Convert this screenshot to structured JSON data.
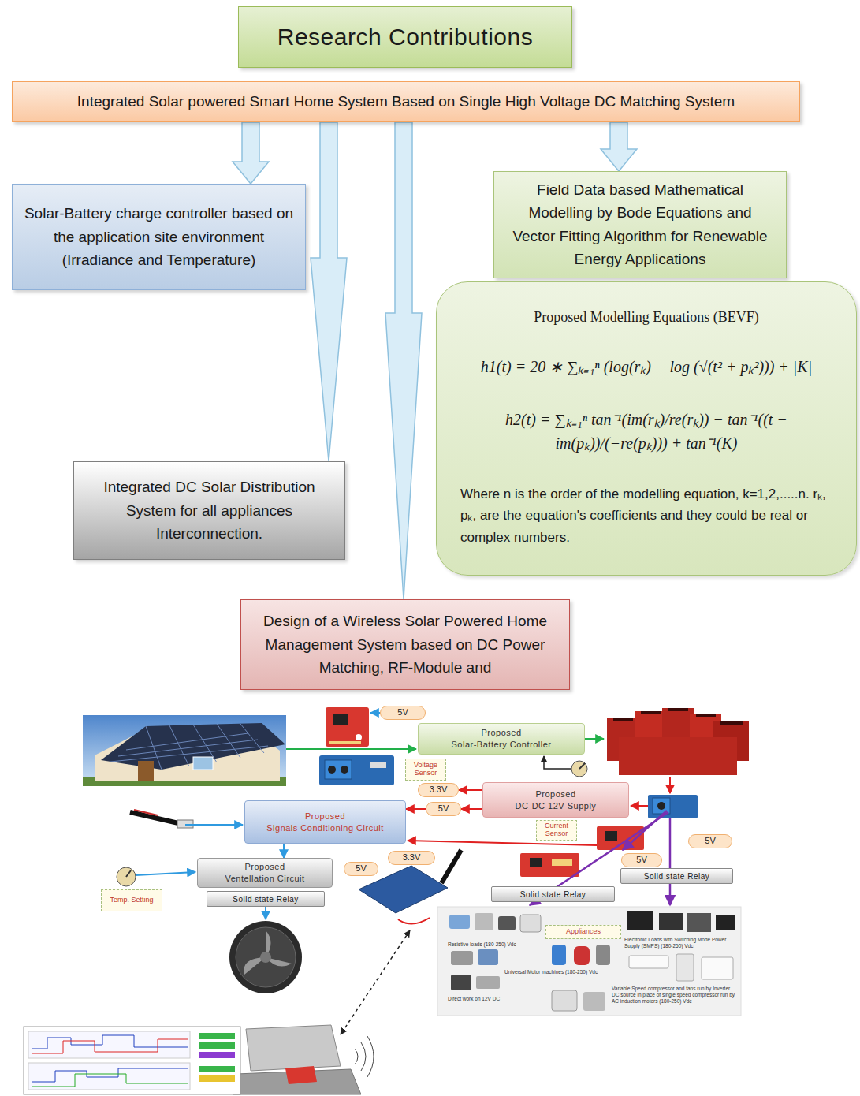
{
  "diagram": {
    "nodes": [
      {
        "text": [
          "Research Contributions"
        ]
      },
      {
        "text": [
          "Integrated Solar powered Smart Home System Based on Single High Voltage DC Matching System"
        ]
      },
      {
        "text": [
          "Solar-Battery charge controller based on the application site environment (Irradiance and Temperature)"
        ]
      },
      {
        "text": [
          "Field Data based Mathematical Modelling by Bode Equations and Vector Fitting Algorithm for Renewable Energy Applications"
        ]
      },
      {
        "text": [
          "Proposed Modelling Equations (BEVF)",
          "h1(t) = 20 ∗ ∑ₖ₌₁ⁿ (log(rₖ) − log (√(t² + pₖ²))) + |K|",
          "h2(t) = ∑ₖ₌₁ⁿ tan⁻¹(im(rₖ)/re(rₖ)) − tan⁻¹((t − im(pₖ))/(−re(pₖ))) + tan⁻¹(K)",
          "Where n is the order of the modelling equation, k=1,2,.....n. rₖ, pₖ, are the equation's coefficients and they could be real or complex numbers."
        ]
      },
      {
        "text": [
          "Integrated DC Solar Distribution System for all appliances Interconnection."
        ]
      },
      {
        "text": [
          "Design of a Wireless Solar Powered Home Management System based on DC Power Matching, RF-Module and"
        ]
      },
      {
        "text": [
          "Proposed",
          "Solar-Battery Controller"
        ]
      },
      {
        "text": [
          "Proposed",
          "DC-DC 12V Supply"
        ]
      },
      {
        "text": [
          "Proposed",
          "Signals Conditioning Circuit"
        ]
      },
      {
        "text": [
          "Proposed",
          "Ventellation Circuit"
        ]
      },
      {
        "text": [
          "Solid state Relay"
        ]
      },
      {
        "text": [
          "Solid state Relay"
        ]
      },
      {
        "text": [
          "Solid state Relay"
        ]
      },
      {
        "text": [
          "5V"
        ]
      },
      {
        "text": [
          "Voltage Sensor"
        ]
      },
      {
        "text": [
          "3.3V"
        ]
      },
      {
        "text": [
          "5V"
        ]
      },
      {
        "text": [
          "Current Sensor"
        ]
      },
      {
        "text": [
          "5V"
        ]
      },
      {
        "text": [
          "3.3V"
        ]
      },
      {
        "text": [
          "5V"
        ]
      },
      {
        "text": [
          "5V"
        ]
      },
      {
        "text": [
          "Temp. Setting"
        ]
      },
      {
        "text": [
          "Appliances"
        ]
      }
    ],
    "edges": [
      {
        "from": 1,
        "to": 2,
        "arrow": "to"
      },
      {
        "from": 1,
        "to": 5,
        "arrow": "to"
      },
      {
        "from": 1,
        "to": 6,
        "arrow": "to"
      },
      {
        "from": 1,
        "to": 3,
        "arrow": "to"
      },
      {
        "from": 8,
        "to": 16,
        "arrow": "to"
      },
      {
        "from": 8,
        "to": 17,
        "arrow": "to"
      },
      {
        "from": 17,
        "to": 9,
        "arrow": "to"
      },
      {
        "from": 9,
        "to": 10,
        "arrow": "to"
      }
    ],
    "labels": [
      "Resistive loads (180-250) Vdc",
      "Electronic Loads with Switching Mode Power Supply (SMPS) (180-250) Vdc",
      "Universal Motor machines (180-250) Vdc",
      "Direct work on 12V DC",
      "Variable Speed compressor and fans run by Inverter DC source in place of single speed compressor run by AC induction motors (180-250) Vdc"
    ]
  }
}
